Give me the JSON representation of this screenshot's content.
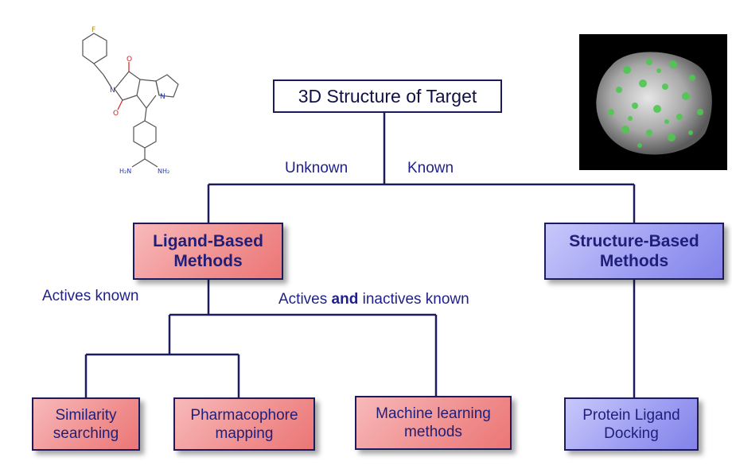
{
  "root": {
    "label": "3D Structure of Target"
  },
  "branches": {
    "unknown": "Unknown",
    "known": "Known"
  },
  "methods": {
    "ligand_based": "Ligand-Based\nMethods",
    "structure_based": "Structure-Based\nMethods"
  },
  "conditions": {
    "actives_known": "Actives known",
    "actives_and_inactives_prefix": "Actives",
    "actives_and_inactives_bold": "and",
    "actives_and_inactives_suffix": "inactives known"
  },
  "leaves": {
    "similarity": "Similarity\nsearching",
    "pharmacophore": "Pharmacophore\nmapping",
    "machine_learning": "Machine learning\nmethods",
    "docking": "Protein Ligand\nDocking"
  },
  "molecule_atoms": {
    "fluorine": "F",
    "nitrogen": "N",
    "oxygen": "O",
    "amine1": "H₂N",
    "amine2": "NH₂"
  }
}
